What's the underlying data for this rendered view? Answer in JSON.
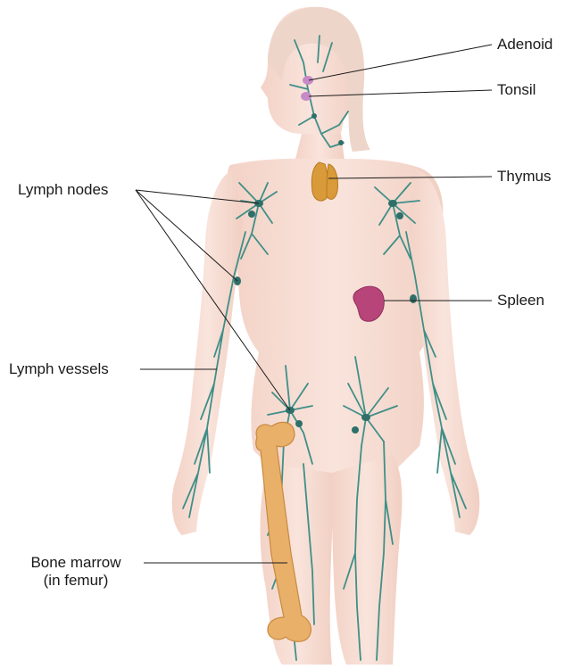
{
  "labels": {
    "adenoid": "Adenoid",
    "tonsil": "Tonsil",
    "thymus": "Thymus",
    "spleen": "Spleen",
    "lymph_nodes": "Lymph nodes",
    "lymph_vessels": "Lymph vessels",
    "bone_marrow_line1": "Bone marrow",
    "bone_marrow_line2": "(in femur)"
  },
  "colors": {
    "skin": "#f6ddd3",
    "skin_shadow": "#ecc7b8",
    "vessel": "#3f8f88",
    "node": "#2f6f69",
    "thymus": "#d99a3a",
    "spleen": "#b8457a",
    "bone": "#e9b06a",
    "tonsil": "#c78ac8"
  }
}
